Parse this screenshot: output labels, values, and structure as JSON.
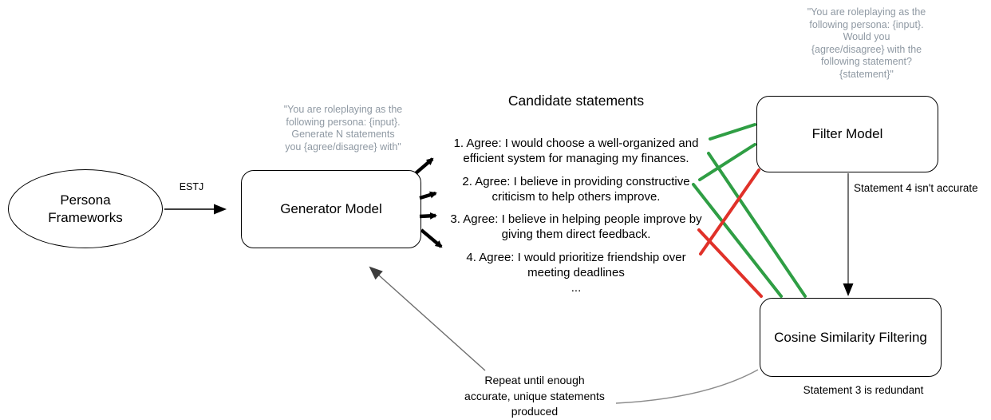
{
  "nodes": {
    "persona": {
      "label_line1": "Persona",
      "label_line2": "Frameworks"
    },
    "generator": {
      "label": "Generator Model",
      "prompt_lines": [
        "\"You are roleplaying as the",
        "following persona: {input}.",
        "Generate N statements",
        "you {agree/disagree} with\""
      ]
    },
    "filter": {
      "label": "Filter Model",
      "prompt_lines": [
        "\"You are roleplaying as the",
        "following persona: {input}.",
        "Would you",
        "{agree/disagree} with the",
        "following statement?",
        "{statement}\""
      ]
    },
    "cosine": {
      "label": "Cosine Similarity Filtering"
    }
  },
  "candidates": {
    "title": "Candidate statements",
    "items": [
      {
        "lines": [
          "1. Agree: I would choose a well-organized and",
          "efficient system for managing my finances."
        ]
      },
      {
        "lines": [
          "2. Agree: I believe in providing constructive",
          "criticism to help others improve."
        ]
      },
      {
        "lines": [
          "3. Agree: I believe in helping people improve by",
          "giving them direct feedback."
        ]
      },
      {
        "lines": [
          "4. Agree: I would prioritize friendship over",
          "meeting deadlines"
        ]
      }
    ],
    "ellipsis": "..."
  },
  "edges": {
    "estj_label": "ESTJ",
    "filter_note": "Statement 4 isn't accurate",
    "cosine_note": "Statement 3 is redundant",
    "repeat_lines": [
      "Repeat until enough",
      "accurate, unique statements",
      "produced"
    ]
  },
  "colors": {
    "accept": "#2f9e44",
    "reject": "#e03129",
    "prompt_gray": "#8f99a3",
    "connector_gray": "#8c8c8c",
    "arrow_dark": "#3d3d3d",
    "line_black": "#000000"
  }
}
